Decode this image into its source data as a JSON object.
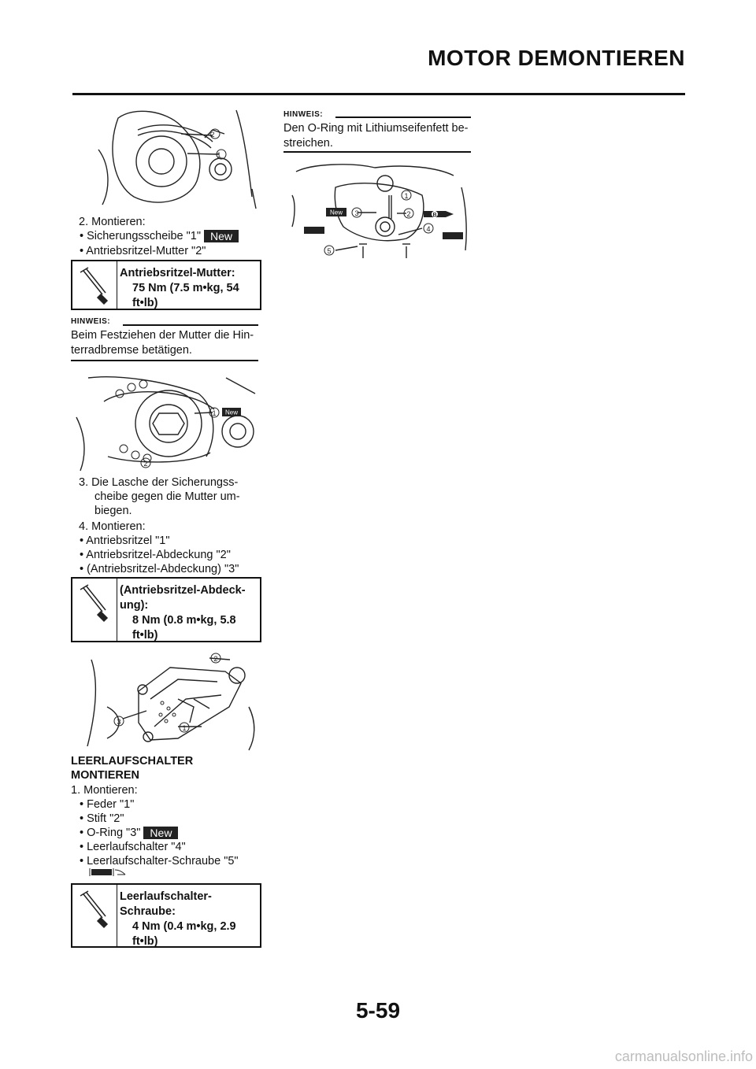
{
  "header": {
    "title": "MOTOR DEMONTIEREN"
  },
  "figure1": {
    "callouts": [
      "2",
      "1"
    ]
  },
  "step2": {
    "line": "2.  Montieren:",
    "items": [
      {
        "text": "•  Sicherungsscheibe \"1\"",
        "badge": "New"
      },
      {
        "text": "•  Antriebsritzel-Mutter \"2\""
      }
    ]
  },
  "spec1": {
    "title": "Antriebsritzel-Mutter:",
    "value": "75 Nm (7.5 m•kg, 54 ft•lb)"
  },
  "note1": {
    "label": "HINWEIS:",
    "text": "Beim Festziehen der Mutter die Hin-terradbremse betätigen."
  },
  "figure2": {
    "callouts": [
      "1",
      "2"
    ],
    "badge": "New"
  },
  "step3": {
    "line": "3.  Die Lasche der Sicherungss-cheibe gegen die Mutter um-biegen."
  },
  "step4": {
    "line": "4.  Montieren:",
    "items": [
      "•  Antriebsritzel \"1\"",
      "•  Antriebsritzel-Abdeckung \"2\"",
      "•  (Antriebsritzel-Abdeckung) \"3\""
    ]
  },
  "spec2": {
    "title": "(Antriebsritzel-Abdeck-ung):",
    "value": "8 Nm (0.8 m•kg, 5.8 ft•lb)"
  },
  "figure3": {
    "callouts": [
      "2",
      "3",
      "1"
    ]
  },
  "section": {
    "heading": "LEERLAUFSCHALTER MONTIEREN",
    "line": "1.  Montieren:",
    "items": [
      {
        "text": "•  Feder \"1\""
      },
      {
        "text": "•  Stift \"2\""
      },
      {
        "text": "•  O-Ring \"3\"",
        "badge": "New"
      },
      {
        "text": "•  Leerlaufschalter \"4\""
      },
      {
        "text": "•  Leerlaufschalter-Schraube \"5\""
      }
    ]
  },
  "spec3": {
    "title": "Leerlaufschalter-Schraube:",
    "value": "4 Nm (0.4 m•kg, 2.9 ft•lb)"
  },
  "note2": {
    "label": "HINWEIS:",
    "text": "Den O-Ring mit Lithiumseifenfett be-streichen."
  },
  "figure4": {
    "callouts": [
      "1",
      "2",
      "3",
      "4",
      "5"
    ],
    "badge": "New",
    "symbol": "B"
  },
  "footer": {
    "page_number": "5-59",
    "watermark": "carmanualsonline.info"
  }
}
